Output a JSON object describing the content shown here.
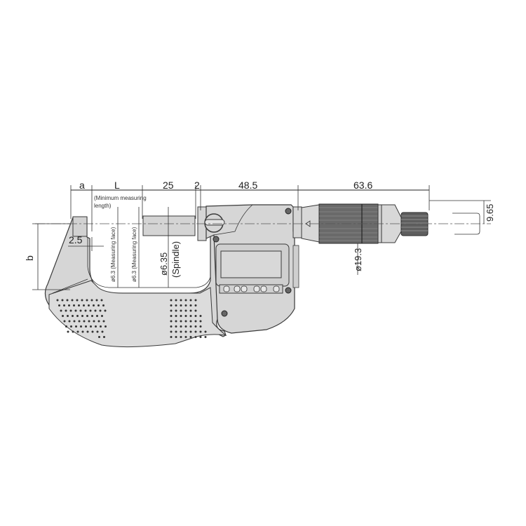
{
  "diagram": {
    "subject": "Digital micrometer dimensional drawing",
    "dimensions": {
      "a": "a",
      "L": "L",
      "spindle_travel": "25",
      "gap": "2",
      "sleeve_length": "48.5",
      "thimble_length": "63.6",
      "ratchet_offset": "9.65",
      "anvil_offset": "2.5",
      "b": "b",
      "thimble_diameter": "ø19.3"
    },
    "annotations": {
      "min_measuring_line1": "(Minimum measuring",
      "min_measuring_line2": "length)",
      "anvil_face": "ø6.3 (Measuring face)",
      "spindle_face": "ø6.3 (Measuring face)",
      "spindle_diameter": "ø6.35",
      "spindle_label": "(Spindle)"
    }
  }
}
